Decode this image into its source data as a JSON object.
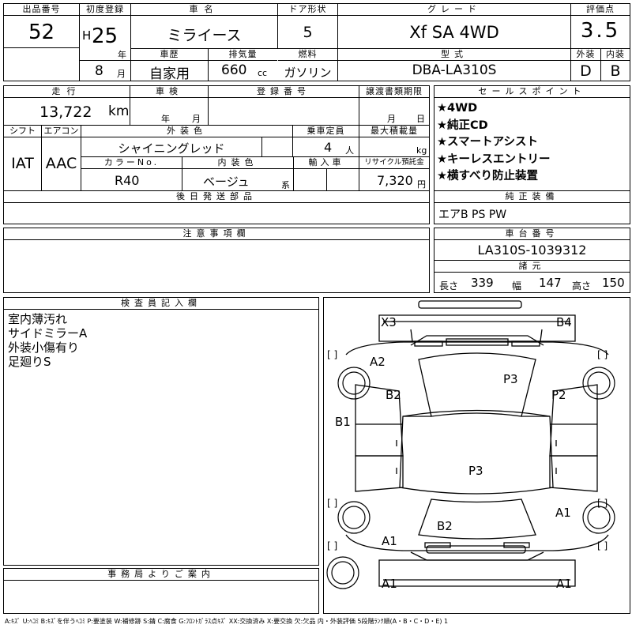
{
  "top": {
    "lot_label": "出品番号",
    "lot_no": "52",
    "first_reg_label": "初度登録",
    "era": "H",
    "year": "25",
    "year_unit": "年",
    "month": "8",
    "month_unit": "月",
    "name_label": "車名",
    "name": "ミライース",
    "door_label": "ドア形状",
    "doors": "5",
    "grade_label": "グレード",
    "grade": "Xf SA 4WD",
    "score_label": "評価点",
    "score": "3.5",
    "ext_label": "外装",
    "ext": "D",
    "int_label": "内装",
    "int": "B",
    "history_label": "車歴",
    "history": "自家用",
    "displacement_label": "排気量",
    "displacement": "660",
    "cc": "cc",
    "fuel_label": "燃料",
    "fuel": "ガソリン",
    "model_label": "型式",
    "model": "DBA-LA310S"
  },
  "mid": {
    "mileage_label": "走行",
    "mileage": "13,722",
    "km": "km",
    "inspection_label": "車検",
    "insp_year_unit": "年",
    "insp_month_unit": "月",
    "regno_label": "登録番号",
    "transfer_label": "譲渡書類期限",
    "transfer_month_unit": "月",
    "transfer_day_unit": "日",
    "shift_label": "シフト",
    "shift": "IAT",
    "ac_label": "エアコン",
    "ac": "AAC",
    "color_label": "外装色",
    "color": "シャイニングレッド",
    "capacity_label": "乗車定員",
    "capacity": "4",
    "capacity_unit": "人",
    "load_label": "最大積載量",
    "load_unit": "kg",
    "colorno_label": "カラーNo.",
    "colorno": "R40",
    "interior_label": "内装色",
    "interior": "ベージュ",
    "interior_unit": "系",
    "import_label": "輸入車",
    "recycle_label": "リサイクル預託金",
    "recycle": "7,320",
    "recycle_unit": "円",
    "later_label": "後日発送部品"
  },
  "sales": {
    "label": "セールスポイント",
    "points": [
      "★4WD",
      "★純正CD",
      "★スマートアシスト",
      "★キーレスエントリー",
      "★横すべり防止装置"
    ]
  },
  "equip": {
    "label": "純正装備",
    "value": "エアB PS PW"
  },
  "chassis": {
    "label": "車台番号",
    "value": "LA310S-1039312"
  },
  "dims": {
    "label": "諸元",
    "len_label": "長さ",
    "len": "339",
    "wid_label": "幅",
    "wid": "147",
    "hgt_label": "高さ",
    "hgt": "150"
  },
  "notes": {
    "label": "注意事項欄"
  },
  "inspector": {
    "label": "検査員記入欄",
    "lines": [
      "室内薄汚れ",
      "サイドミラーA",
      "外装小傷有り",
      "足廻りS"
    ]
  },
  "office": {
    "label": "事務局よりご案内"
  },
  "diagram": {
    "marks": [
      "X3",
      "B4",
      "A2",
      "P3",
      "B2",
      "P2",
      "B1",
      "P3",
      "B2",
      "A1",
      "A1",
      "A1",
      "A1"
    ],
    "bracket": "[   ]"
  },
  "legend": "A:ｷｽﾞ U:ﾍｺﾐ B:ｷｽﾞを伴うﾍｺﾐ P:要塗装 W:補修跡 S:錆 C:腐食 G:ﾌﾛﾝﾄｶﾞﾗｽ点ｷｽﾞ XX:交換済み X:要交換 欠:欠品 内・外装評価 5段階ﾗﾝｸ順(A・B・C・D・E) 1"
}
